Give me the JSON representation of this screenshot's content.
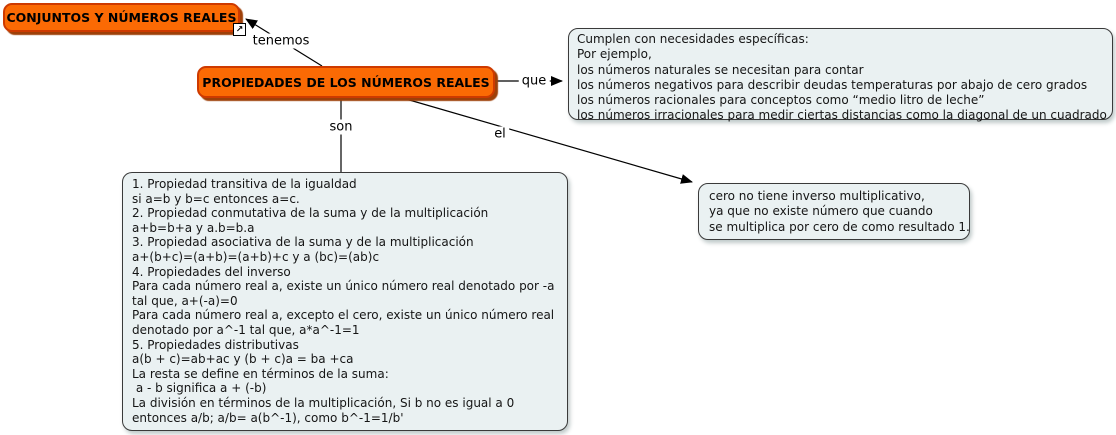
{
  "colors": {
    "background": "#FFFFFF",
    "concept_fill": "#FB6A04",
    "concept_border": "#CE3A00",
    "concept_shadow": "#9E4009",
    "note_fill": "#EAF1F2",
    "note_border": "#3A3A3A",
    "line": "#000000"
  },
  "icons": {
    "resource_link": "↗"
  },
  "nodes": {
    "conjuntos": {
      "title": "CONJUNTOS Y NÚMEROS REALES"
    },
    "propiedades": {
      "title": "PROPIEDADES DE LOS NÚMEROS REALES"
    },
    "necesidades": {
      "lines": [
        "Cumplen con necesidades específicas:",
        "Por ejemplo,",
        "los números naturales se necesitan para contar",
        "los números negativos para describir deudas temperaturas por abajo de cero grados",
        "los números racionales para conceptos como “medio litro de leche”",
        "los números irracionales para medir ciertas distancias como la diagonal de un cuadrado"
      ]
    },
    "lista": {
      "lines": [
        "1. Propiedad transitiva de la igualdad",
        "si a=b y b=c entonces a=c.",
        "2. Propiedad conmutativa de la suma y de la multiplicación",
        "a+b=b+a y a.b=b.a",
        "3. Propiedad asociativa de la suma y de la multiplicación",
        "a+(b+c)=(a+b)=(a+b)+c y a (bc)=(ab)c",
        "4. Propiedades del inverso",
        "Para cada número real a, existe un único número real denotado por -a",
        "tal que, a+(-a)=0",
        "Para cada número real a, excepto el cero, existe un único número real",
        "denotado por a^-1 tal que, a*a^-1=1",
        "5. Propiedades distributivas",
        "a(b + c)=ab+ac y (b + c)a = ba +ca",
        "La resta se define en términos de la suma:",
        " a - b significa a + (-b)",
        "La división en términos de la multiplicación, Si b no es igual a 0",
        "entonces a/b; a/b= a(b^-1), como b^-1=1/b'"
      ]
    },
    "cero": {
      "lines": [
        "cero no tiene inverso multiplicativo,",
        "ya que no existe número que cuando",
        "se multiplica por cero de como resultado 1."
      ]
    }
  },
  "links": {
    "tenemos": "tenemos",
    "que": "que",
    "son": "son",
    "el": "el"
  }
}
